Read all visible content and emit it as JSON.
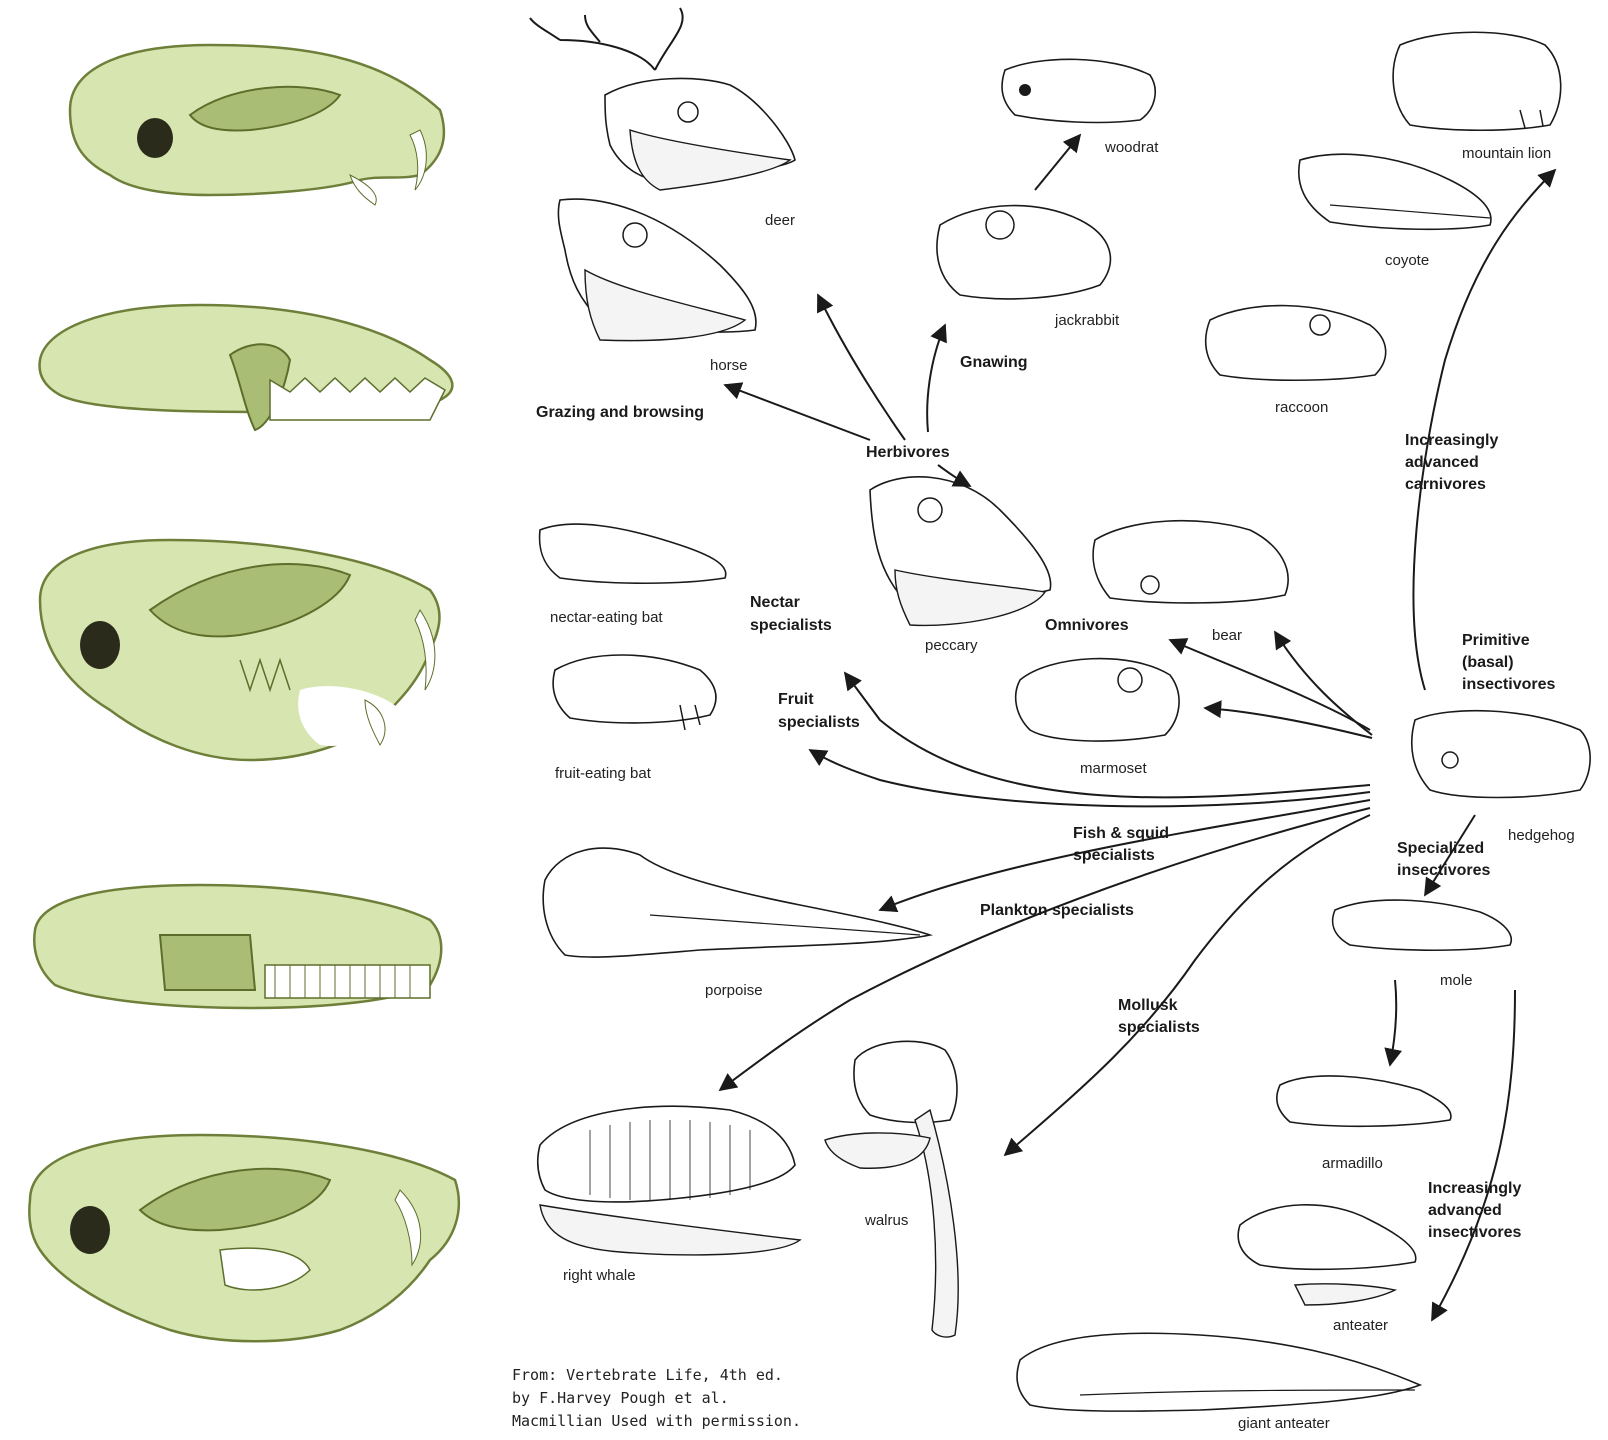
{
  "specimens": {
    "deer": "deer",
    "horse": "horse",
    "woodrat": "woodrat",
    "jackrabbit": "jackrabbit",
    "mountain_lion": "mountain lion",
    "coyote": "coyote",
    "raccoon": "raccoon",
    "nectar_bat": "nectar-eating bat",
    "fruit_bat": "fruit-eating bat",
    "peccary": "peccary",
    "bear": "bear",
    "marmoset": "marmoset",
    "hedgehog": "hedgehog",
    "porpoise": "porpoise",
    "mole": "mole",
    "armadillo": "armadillo",
    "right_whale": "right whale",
    "walrus": "walrus",
    "anteater": "anteater",
    "giant_anteater": "giant anteater"
  },
  "categories": {
    "grazing": "Grazing and browsing",
    "gnawing": "Gnawing",
    "herbivores": "Herbivores",
    "nectar_1": "Nectar",
    "nectar_2": "specialists",
    "fruit_1": "Fruit",
    "fruit_2": "specialists",
    "omnivores": "Omnivores",
    "carnivores_1": "Increasingly",
    "carnivores_2": "advanced",
    "carnivores_3": "carnivores",
    "primitive_1": "Primitive",
    "primitive_2": "(basal)",
    "primitive_3": "insectivores",
    "fish_1": "Fish & squid",
    "fish_2": "specialists",
    "specialized_1": "Specialized",
    "specialized_2": "insectivores",
    "plankton": "Plankton specialists",
    "mollusk_1": "Mollusk",
    "mollusk_2": "specialists",
    "insectivores_1": "Increasingly",
    "insectivores_2": "advanced",
    "insectivores_3": "insectivores"
  },
  "credit": {
    "line1": "From: Vertebrate Life, 4th ed.",
    "line2": "by F.Harvey Pough et al.",
    "line3": "Macmillian Used with permission."
  },
  "colors": {
    "skull_fill": "#d7e6b0",
    "skull_shade": "#a9bd74",
    "ink": "#1a1a1a"
  }
}
